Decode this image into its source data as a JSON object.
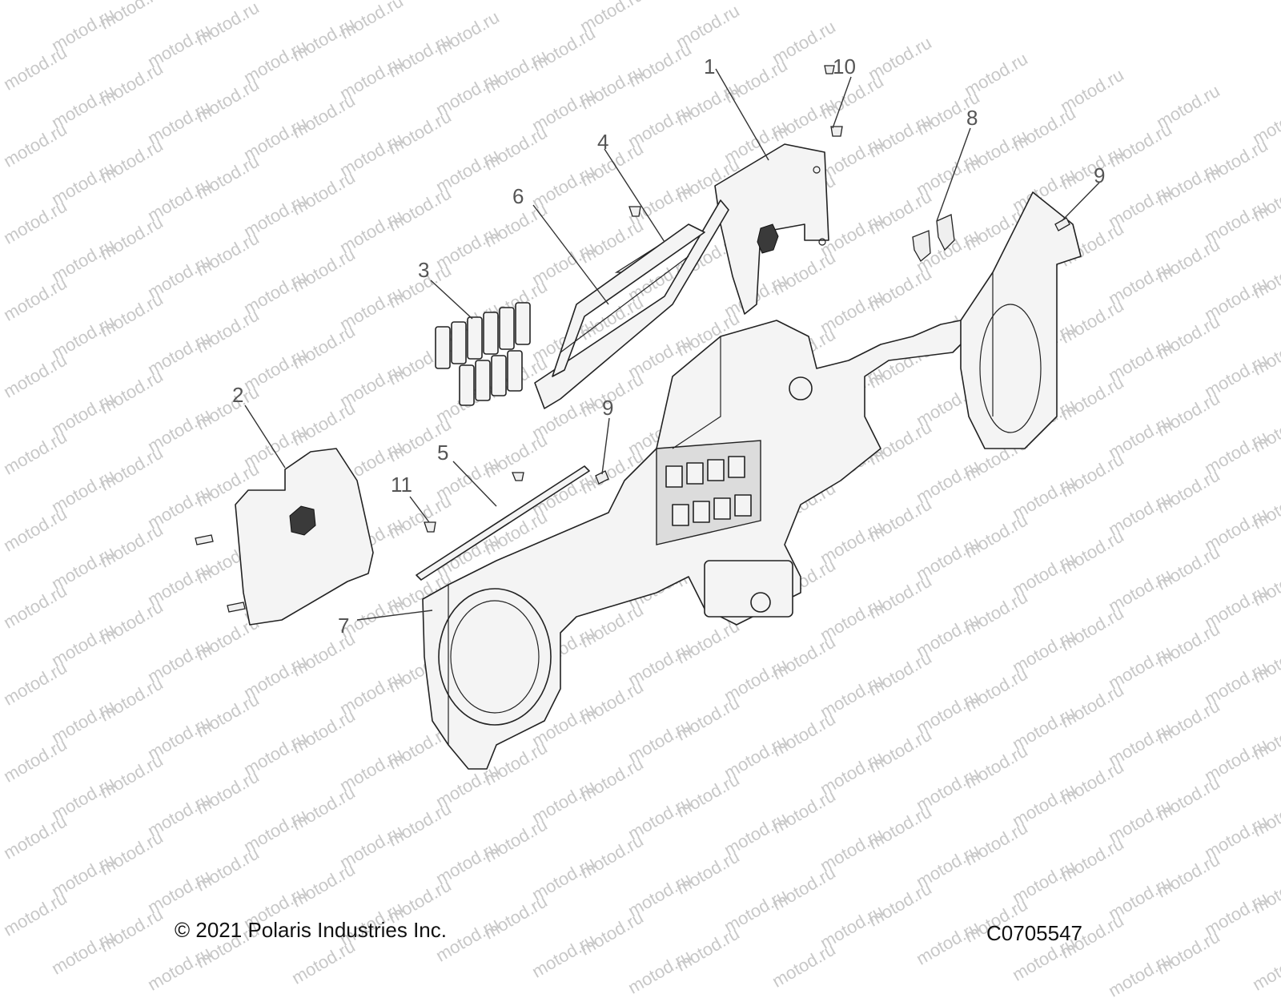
{
  "watermark": {
    "text": "motod.ru",
    "color": "#c8c8c8"
  },
  "callouts": [
    {
      "label": "1",
      "part": "right-side-panel"
    },
    {
      "label": "10",
      "part": "push-rivet"
    },
    {
      "label": "8",
      "part": "hook-clips"
    },
    {
      "label": "9",
      "part": "right-fastener"
    },
    {
      "label": "4",
      "part": "small-bracket"
    },
    {
      "label": "6",
      "part": "switch-bezel-frame"
    },
    {
      "label": "3",
      "part": "switch-blanks"
    },
    {
      "label": "2",
      "part": "left-side-panel"
    },
    {
      "label": "9",
      "part": "center-fastener"
    },
    {
      "label": "5",
      "part": "trim-strip"
    },
    {
      "label": "11",
      "part": "push-rivets"
    },
    {
      "label": "7",
      "part": "dash-assembly"
    }
  ],
  "footer": {
    "copyright": "© 2021 Polaris Industries Inc.",
    "drawing_id": "C0705547"
  },
  "colors": {
    "line": "#222222",
    "fill": "#f4f4f4",
    "label": "#555555"
  }
}
